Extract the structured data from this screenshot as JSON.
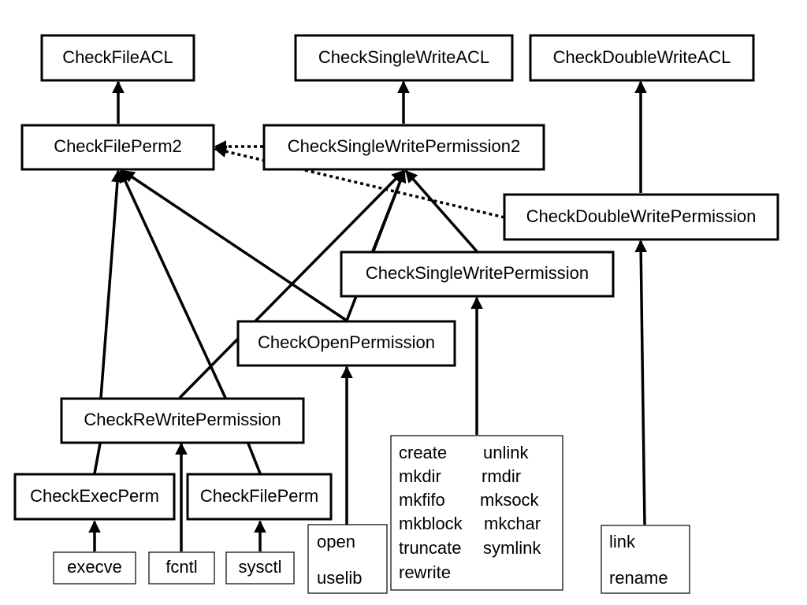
{
  "nodes": {
    "check_file_acl": "CheckFileACL",
    "check_single_write_acl": "CheckSingleWriteACL",
    "check_double_write_acl": "CheckDoubleWriteACL",
    "check_file_perm2": "CheckFilePerm2",
    "check_single_write_permission2": "CheckSingleWritePermission2",
    "check_double_write_permission": "CheckDoubleWritePermission",
    "check_single_write_permission": "CheckSingleWritePermission",
    "check_open_permission": "CheckOpenPermission",
    "check_rewrite_permission": "CheckReWritePermission",
    "check_exec_perm": "CheckExecPerm",
    "check_file_perm": "CheckFilePerm"
  },
  "syscalls": {
    "execve": "execve",
    "fcntl": "fcntl",
    "sysctl": "sysctl",
    "open_group": [
      "open",
      "uselib"
    ],
    "single_write_group": [
      [
        "create",
        "unlink"
      ],
      [
        "mkdir",
        "rmdir"
      ],
      [
        "mkfifo",
        "mksock"
      ],
      [
        "mkblock",
        "mkchar"
      ],
      [
        "truncate",
        "symlink"
      ],
      [
        "rewrite",
        ""
      ]
    ],
    "double_write_group": [
      "link",
      "rename"
    ]
  }
}
